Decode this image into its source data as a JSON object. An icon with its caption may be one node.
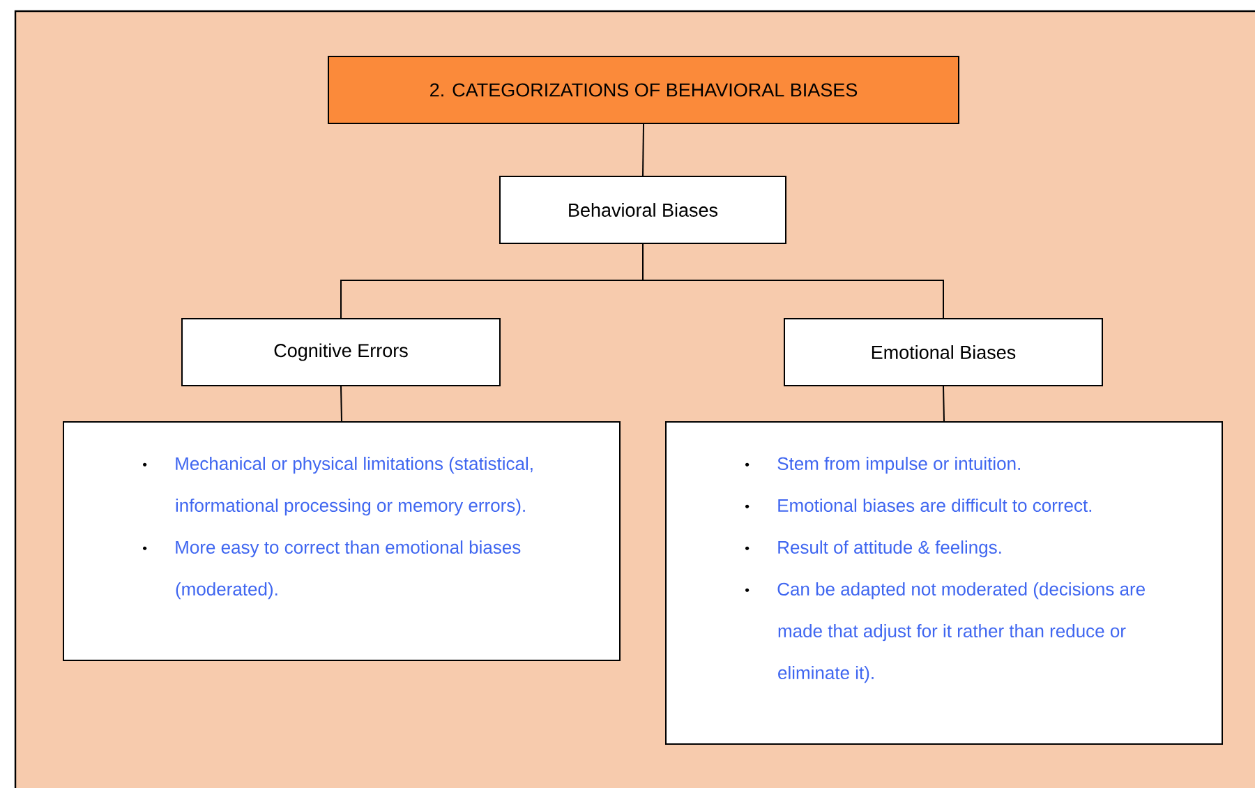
{
  "diagram": {
    "nodes": [
      {
        "text": [
          "2. CATEGORIZATIONS OF BEHAVIORAL BIASES"
        ]
      },
      {
        "text": [
          "Behavioral Biases"
        ]
      },
      {
        "text": [
          "Cognitive Errors"
        ]
      },
      {
        "text": [
          "Emotional Biases"
        ]
      },
      {
        "text": [
          "Mechanical or physical limitations (statistical, informational processing or memory errors).",
          "More easy to correct than emotional biases (moderated)."
        ]
      },
      {
        "text": [
          "Stem from impulse or intuition.",
          "Emotional biases are difficult to correct.",
          "Result of attitude & feelings.",
          "Can be adapted not moderated (decisions are made that adjust for it rather than reduce or eliminate it)."
        ]
      }
    ],
    "edges": [
      {
        "from": 0,
        "to": 1,
        "arrow": "none"
      },
      {
        "from": 1,
        "to": 2,
        "arrow": "none"
      },
      {
        "from": 1,
        "to": 3,
        "arrow": "none"
      },
      {
        "from": 2,
        "to": 4,
        "arrow": "none"
      },
      {
        "from": 3,
        "to": 5,
        "arrow": "none"
      }
    ]
  }
}
